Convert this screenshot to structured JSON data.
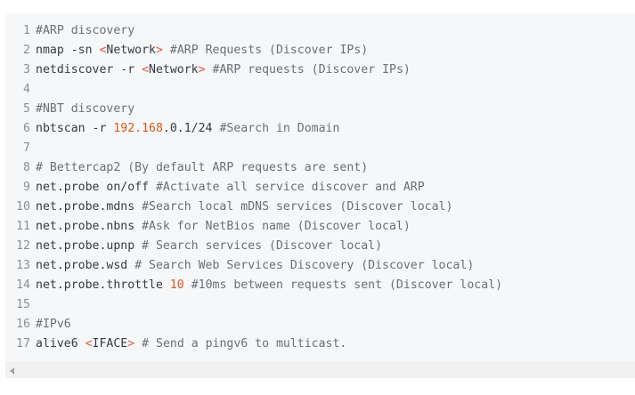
{
  "code_block": {
    "lines": [
      {
        "n": "1",
        "segments": [
          {
            "t": "comment",
            "v": "#ARP discovery"
          }
        ]
      },
      {
        "n": "2",
        "segments": [
          {
            "t": "code-text",
            "v": "nmap -sn "
          },
          {
            "t": "tag",
            "v": "<"
          },
          {
            "t": "code-text",
            "v": "Network"
          },
          {
            "t": "tag",
            "v": ">"
          },
          {
            "t": "comment",
            "v": " #ARP Requests (Discover IPs)"
          }
        ]
      },
      {
        "n": "3",
        "segments": [
          {
            "t": "code-text",
            "v": "netdiscover -r "
          },
          {
            "t": "tag",
            "v": "<"
          },
          {
            "t": "code-text",
            "v": "Network"
          },
          {
            "t": "tag",
            "v": ">"
          },
          {
            "t": "comment",
            "v": " #ARP requests (Discover IPs)"
          }
        ]
      },
      {
        "n": "4",
        "segments": []
      },
      {
        "n": "5",
        "segments": [
          {
            "t": "comment",
            "v": "#NBT discovery"
          }
        ]
      },
      {
        "n": "6",
        "segments": [
          {
            "t": "code-text",
            "v": "nbtscan -r "
          },
          {
            "t": "num",
            "v": "192.168"
          },
          {
            "t": "code-text",
            "v": ".0.1/24"
          },
          {
            "t": "comment",
            "v": " #Search in Domain"
          }
        ]
      },
      {
        "n": "7",
        "segments": []
      },
      {
        "n": "8",
        "segments": [
          {
            "t": "comment",
            "v": "# Bettercap2 (By default ARP requests are sent)"
          }
        ]
      },
      {
        "n": "9",
        "segments": [
          {
            "t": "code-text",
            "v": "net.probe on/off"
          },
          {
            "t": "comment",
            "v": " #Activate all service discover and ARP"
          }
        ]
      },
      {
        "n": "10",
        "segments": [
          {
            "t": "code-text",
            "v": "net.probe.mdns"
          },
          {
            "t": "comment",
            "v": " #Search local mDNS services (Discover local)"
          }
        ]
      },
      {
        "n": "11",
        "segments": [
          {
            "t": "code-text",
            "v": "net.probe.nbns"
          },
          {
            "t": "comment",
            "v": " #Ask for NetBios name (Discover local)"
          }
        ]
      },
      {
        "n": "12",
        "segments": [
          {
            "t": "code-text",
            "v": "net.probe.upnp"
          },
          {
            "t": "comment",
            "v": " # Search services (Discover local)"
          }
        ]
      },
      {
        "n": "13",
        "segments": [
          {
            "t": "code-text",
            "v": "net.probe.wsd"
          },
          {
            "t": "comment",
            "v": " # Search Web Services Discovery (Discover local)"
          }
        ]
      },
      {
        "n": "14",
        "segments": [
          {
            "t": "code-text",
            "v": "net.probe.throttle "
          },
          {
            "t": "num",
            "v": "10"
          },
          {
            "t": "comment",
            "v": " #10ms between requests sent (Discover local)"
          }
        ]
      },
      {
        "n": "15",
        "segments": []
      },
      {
        "n": "16",
        "segments": [
          {
            "t": "comment",
            "v": "#IPv6"
          }
        ]
      },
      {
        "n": "17",
        "segments": [
          {
            "t": "code-text",
            "v": "alive6 "
          },
          {
            "t": "tag",
            "v": "<"
          },
          {
            "t": "code-text",
            "v": "IFACE"
          },
          {
            "t": "tag",
            "v": ">"
          },
          {
            "t": "comment",
            "v": " # Send a pingv6 to multicast."
          }
        ]
      }
    ]
  },
  "scrollbar": {
    "left_arrow_icon": "triangle-left"
  }
}
